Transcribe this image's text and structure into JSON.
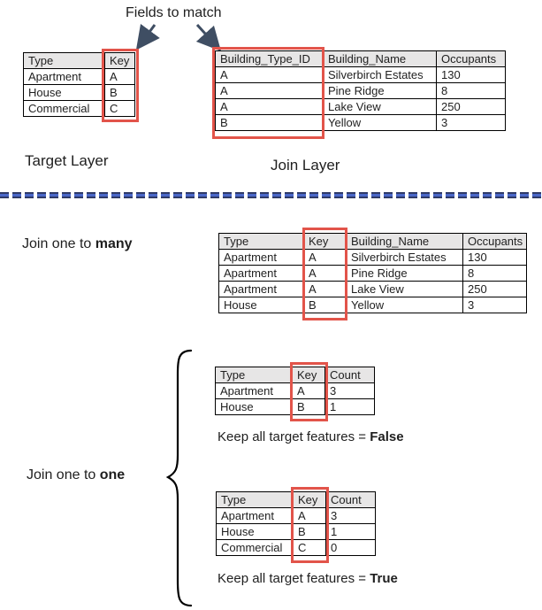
{
  "labels": {
    "fields_to_match": "Fields to match",
    "target_layer": "Target Layer",
    "join_layer": "Join Layer"
  },
  "sections": {
    "one_to_many": {
      "prefix": "Join one to ",
      "bold": "many"
    },
    "one_to_one": {
      "prefix": "Join one to ",
      "bold": "one"
    },
    "keep_false": {
      "prefix": "Keep all target features = ",
      "bold": "False"
    },
    "keep_true": {
      "prefix": "Keep all target features = ",
      "bold": "True"
    }
  },
  "colors": {
    "highlight_box": "#e2544a",
    "table_header_bg": "#e7e6e6",
    "table_border": "#000000",
    "arrow": "#3f4e63",
    "divider_dark": "#2f3a68",
    "divider_blue": "#4a67c8",
    "brace": "#000000"
  },
  "tables": {
    "target": {
      "headers": [
        "Type",
        "Key"
      ],
      "rows": [
        [
          "Apartment",
          "A"
        ],
        [
          "House",
          "B"
        ],
        [
          "Commercial",
          "C"
        ]
      ],
      "highlighted_column": "Key"
    },
    "join": {
      "headers": [
        "Building_Type_ID",
        "Building_Name",
        "Occupants"
      ],
      "rows": [
        [
          "A",
          "Silverbirch Estates",
          "130"
        ],
        [
          "A",
          "Pine Ridge",
          "8"
        ],
        [
          "A",
          "Lake View",
          "250"
        ],
        [
          "B",
          "Yellow",
          "3"
        ]
      ],
      "highlighted_column": "Building_Type_ID"
    },
    "one_to_many": {
      "headers": [
        "Type",
        "Key",
        "Building_Name",
        "Occupants"
      ],
      "rows": [
        [
          "Apartment",
          "A",
          "Silverbirch Estates",
          "130"
        ],
        [
          "Apartment",
          "A",
          "Pine Ridge",
          "8"
        ],
        [
          "Apartment",
          "A",
          "Lake View",
          "250"
        ],
        [
          "House",
          "B",
          "Yellow",
          "3"
        ]
      ],
      "highlighted_column": "Key"
    },
    "one_to_one_false": {
      "headers": [
        "Type",
        "Key",
        "Count"
      ],
      "rows": [
        [
          "Apartment",
          "A",
          "3"
        ],
        [
          "House",
          "B",
          "1"
        ]
      ],
      "highlighted_column": "Key"
    },
    "one_to_one_true": {
      "headers": [
        "Type",
        "Key",
        "Count"
      ],
      "rows": [
        [
          "Apartment",
          "A",
          "3"
        ],
        [
          "House",
          "B",
          "1"
        ],
        [
          "Commercial",
          "C",
          "0"
        ]
      ],
      "highlighted_column": "Key"
    }
  }
}
